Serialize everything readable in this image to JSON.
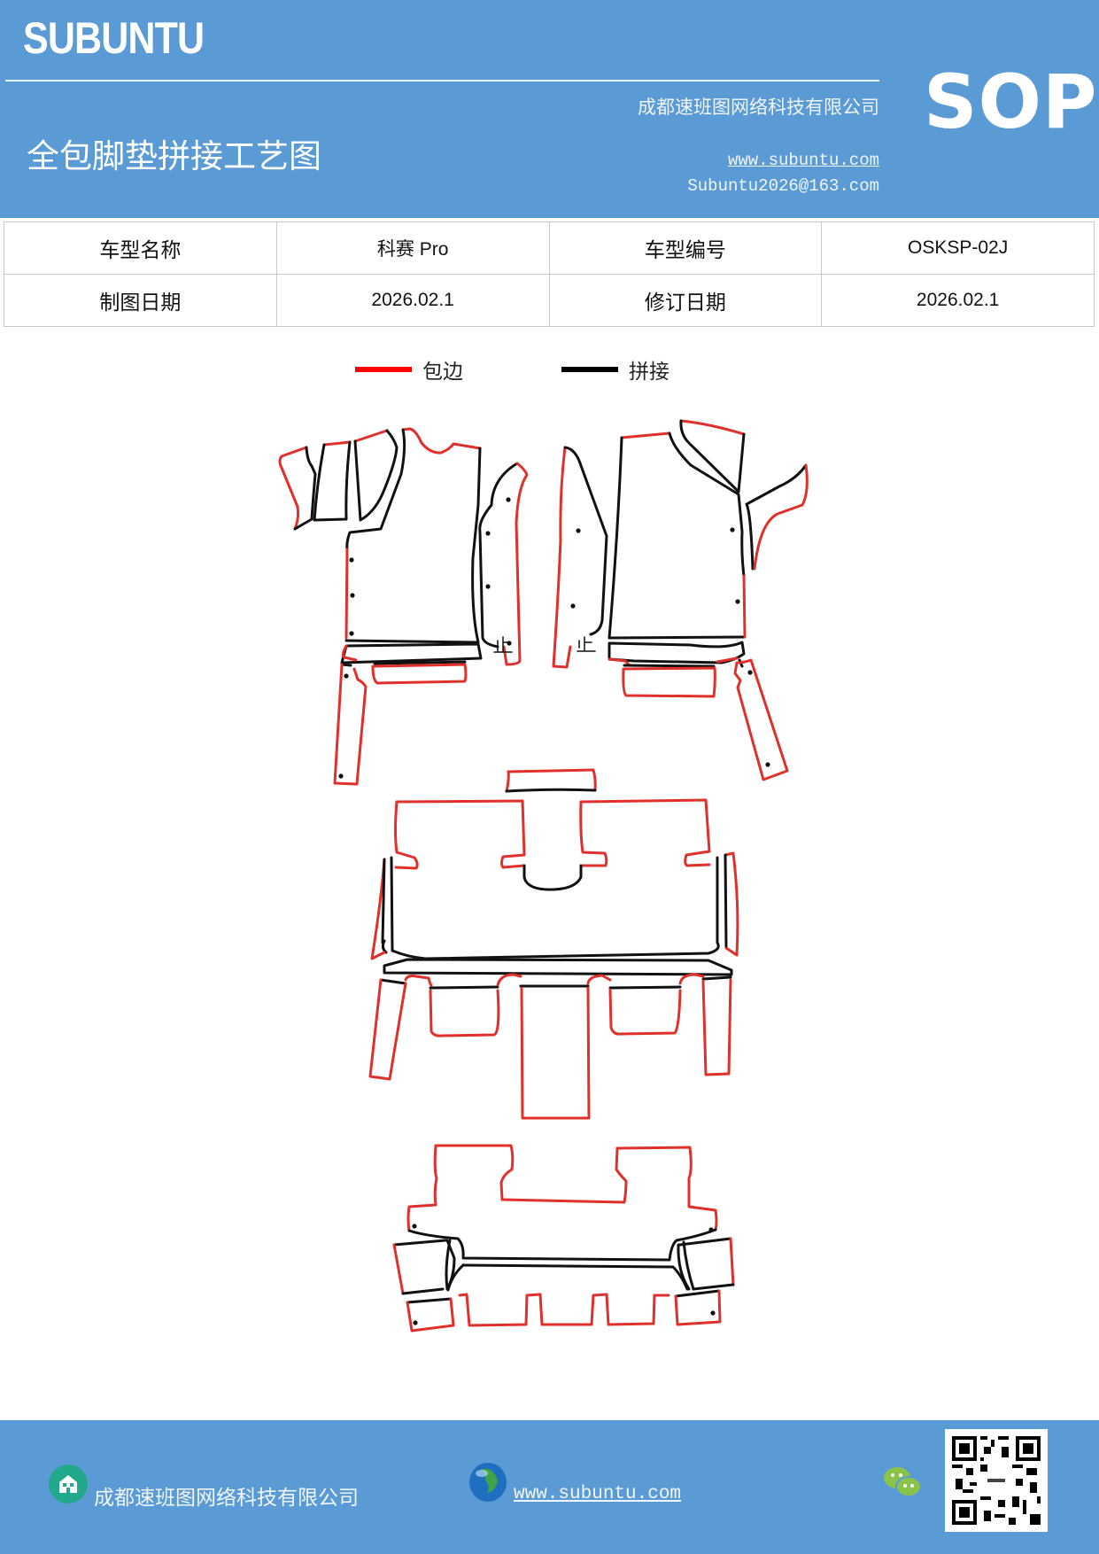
{
  "header": {
    "brand": "SUBUNTU",
    "title": "全包脚垫拼接工艺图",
    "company": "成都速班图网络科技有限公司",
    "website": "www.subuntu.com",
    "email": "Subuntu2026@163.com",
    "doc_type": "SOP",
    "background_color": "#5b9bd5"
  },
  "info_table": {
    "rows": [
      [
        {
          "label": "车型名称",
          "value": "科赛 Pro"
        },
        {
          "label": "车型编号",
          "value": "OSKSP-02J"
        }
      ],
      [
        {
          "label": "制图日期",
          "value": "2026.02.1"
        },
        {
          "label": "修订日期",
          "value": "2026.02.1"
        }
      ]
    ]
  },
  "legend": {
    "items": [
      {
        "label": "包边",
        "color": "#ff0000"
      },
      {
        "label": "拼接",
        "color": "#000000"
      }
    ]
  },
  "diagram": {
    "edge_color": "#e0302c",
    "seam_color": "#111111",
    "sections": [
      "front-left-mats",
      "front-right-mats",
      "second-row-mats",
      "third-row-mats"
    ]
  },
  "footer": {
    "company": "成都速班图网络科技有限公司",
    "website": "www.subuntu.com",
    "icons": [
      "building-icon",
      "globe-icon",
      "wechat-icon",
      "qr-code"
    ]
  }
}
